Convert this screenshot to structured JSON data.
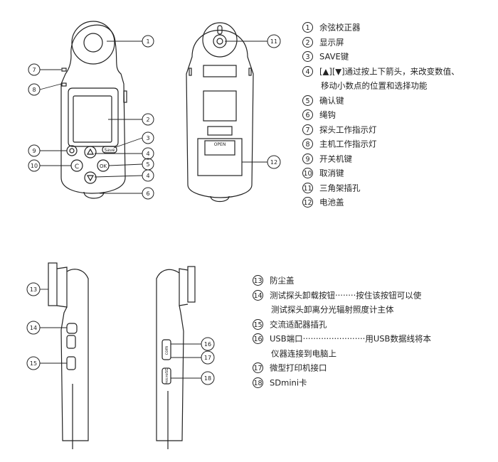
{
  "callout_numbers": [
    "1",
    "2",
    "3",
    "4",
    "5",
    "6",
    "7",
    "8",
    "9",
    "10",
    "11",
    "12",
    "13",
    "14",
    "15",
    "16",
    "17",
    "18"
  ],
  "device_labels": {
    "save_key": "Save",
    "c_key": "C",
    "ok_key": "OK",
    "open": "OPEN",
    "com_port": "com",
    "microsd": "microSD"
  },
  "legend_top": [
    {
      "n": "1",
      "text": "余弦校正器"
    },
    {
      "n": "2",
      "text": "显示屏"
    },
    {
      "n": "3",
      "text": "SAVE键"
    },
    {
      "n": "4",
      "text": "[▲][▼]通过按上下箭头，来改变数值、",
      "cont": "移动小数点的位置和选择功能"
    },
    {
      "n": "5",
      "text": "确认键"
    },
    {
      "n": "6",
      "text": "绳钩"
    },
    {
      "n": "7",
      "text": "探头工作指示灯"
    },
    {
      "n": "8",
      "text": "主机工作指示灯"
    },
    {
      "n": "9",
      "text": "开关机键"
    },
    {
      "n": "10",
      "text": "取消键"
    },
    {
      "n": "11",
      "text": "三角架插孔"
    },
    {
      "n": "12",
      "text": "电池盖"
    }
  ],
  "legend_bottom": [
    {
      "n": "13",
      "text": "防尘盖"
    },
    {
      "n": "14",
      "text": "测试探头卸载按钮········按住该按钮可以使",
      "cont": "测试探头卸离分光辐射照度计主体"
    },
    {
      "n": "15",
      "text": "交流适配器插孔"
    },
    {
      "n": "16",
      "text": "USB端口························用USB数据线将本",
      "cont": "仪器连接到电脑上"
    },
    {
      "n": "17",
      "text": "微型打印机接口"
    },
    {
      "n": "18",
      "text": "SDmini卡"
    }
  ]
}
